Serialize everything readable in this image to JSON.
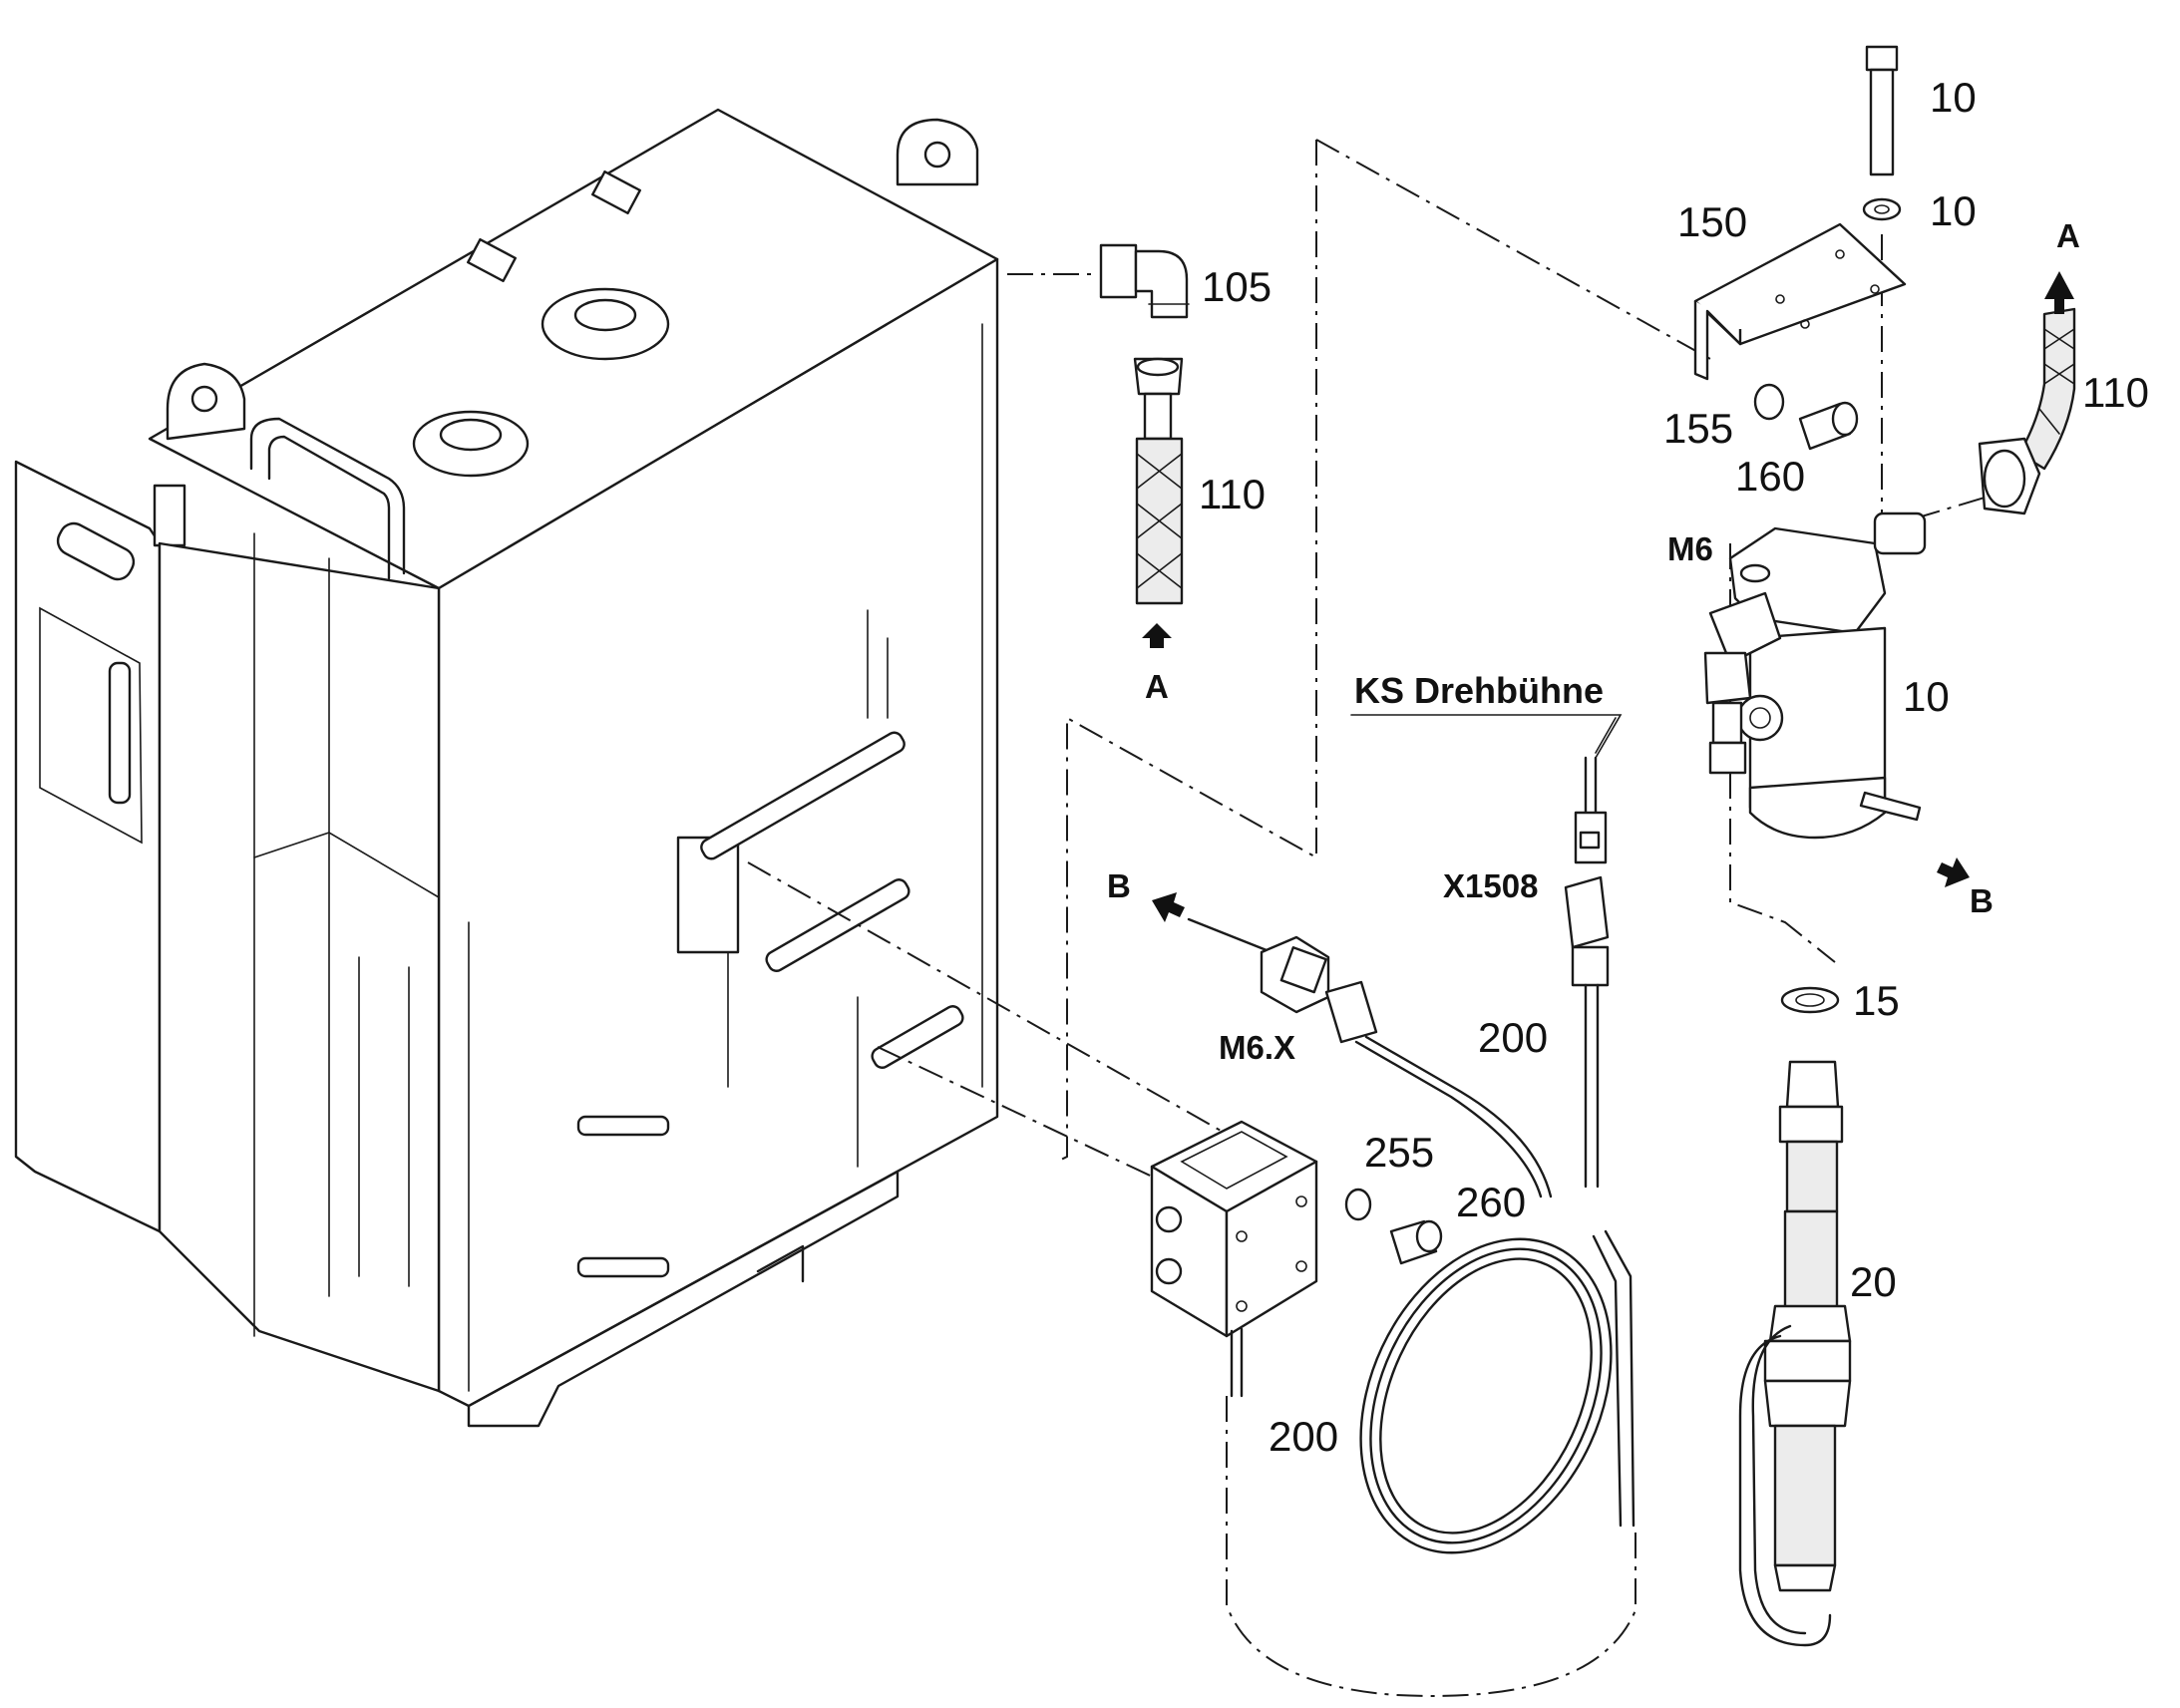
{
  "labels": {
    "n10_bolt": "10",
    "n10_washer": "10",
    "n150": "150",
    "arrow_a_top": "A",
    "n105": "105",
    "n110_left": "110",
    "n110_right": "110",
    "n155": "155",
    "n160": "160",
    "m6": "M6",
    "arrow_a_left": "A",
    "n10_filter": "10",
    "ks_drehbuehne": "KS Drehbühne",
    "x1508": "X1508",
    "arrow_b_left": "B",
    "arrow_b_right": "B",
    "m6x": "M6.X",
    "n15": "15",
    "n200_top": "200",
    "n255": "255",
    "n260": "260",
    "n20": "20",
    "n200_bottom": "200"
  }
}
